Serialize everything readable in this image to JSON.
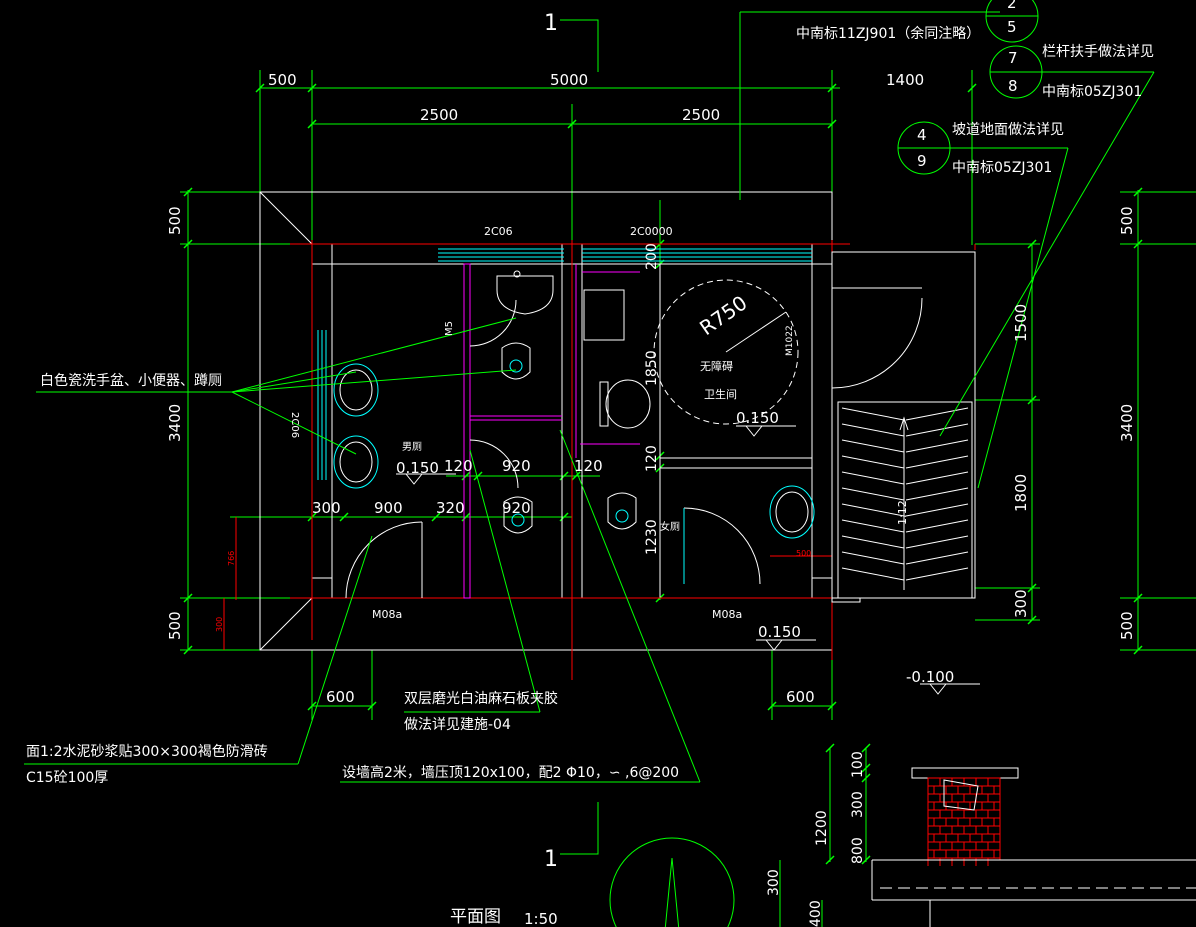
{
  "colors": {
    "background": "#000000",
    "dimension": "#00ff00",
    "text": "#ffffff",
    "axis": "#ff0000",
    "wall": "#ffffff",
    "fixture": "#00ffff",
    "partition": "#ff00ff",
    "annotation": "#00ff00",
    "hatch": "#ffffff"
  },
  "section_mark": {
    "label": "1"
  },
  "dimensions_top": {
    "overall": [
      "500",
      "5000",
      "1400"
    ],
    "bays": [
      "2500",
      "2500"
    ]
  },
  "dimensions_left": [
    "500",
    "3400",
    "500"
  ],
  "dimensions_right_outer": [
    "500",
    "3400",
    "500"
  ],
  "dimensions_right_inner": [
    "1500",
    "1800",
    "300"
  ],
  "interior_dims": {
    "row1": [
      "300",
      "900",
      "320",
      "920"
    ],
    "row2": [
      "120",
      "920",
      "120"
    ],
    "vertical": [
      "200",
      "1850",
      "120",
      "1230",
      "1:12"
    ],
    "radius": "R750",
    "small": [
      "766",
      "500"
    ],
    "tiny": "300"
  },
  "level_marks": [
    "0.150",
    "0.150",
    "0.150",
    "-0.100"
  ],
  "room_labels": {
    "male": "男厕",
    "female": "女厕",
    "accessible_1": "无障碍",
    "accessible_2": "卫生间"
  },
  "door_window_tags": [
    "2C06",
    "2C0000",
    "M5",
    "2C06",
    "M1022",
    "M08a",
    "M08a"
  ],
  "annotations": {
    "ref_standard": "中南标11ZJ901（余同注略）",
    "ref_circle_1_top": "2",
    "ref_circle_1_bottom": "5",
    "ref_circle_2_top": "7",
    "ref_circle_2_bottom": "8",
    "ref_circle_2_text_1": "栏杆扶手做法详见",
    "ref_circle_2_text_2": "中南标05ZJ301",
    "ref_circle_3_top": "4",
    "ref_circle_3_bottom": "9",
    "ref_circle_3_text_1": "坡道地面做法详见",
    "ref_circle_3_text_2": "中南标05ZJ301",
    "fixtures_note": "白色瓷洗手盆、小便器、蹲厕",
    "partition_note_1": "双层磨光白油麻石板夹胶",
    "partition_note_2": "做法详见建施-04",
    "floor_note_1": "面1:2水泥砂浆贴300×300褐色防滑砖",
    "floor_note_2": "C15砼100厚",
    "wall_note": "设墙高2米，墙压顶120x100，配2 Φ10，∽ ,6@200",
    "plan_title": "平面图",
    "plan_scale": "1:50"
  },
  "bottom_dims": [
    "600",
    "600"
  ],
  "section_detail_dims": [
    "300",
    "100",
    "1200",
    "800",
    "300",
    "400"
  ]
}
